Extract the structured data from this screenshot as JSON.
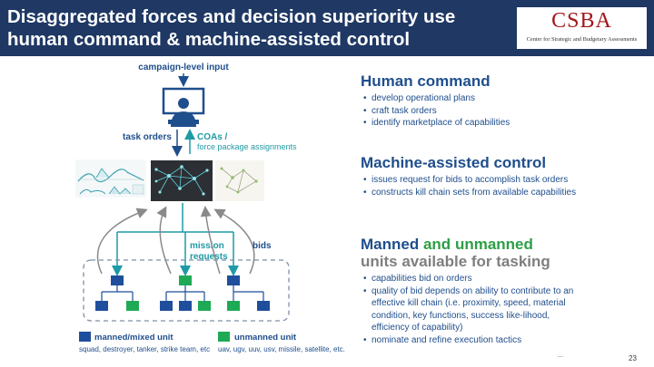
{
  "slide": {
    "title": "Disaggregated forces and decision superiority use human command & machine-assisted control",
    "page_number": "23",
    "footer_mark": "---"
  },
  "logo": {
    "name": "CSBA",
    "subtitle": "Center for Strategic and Budgetary Assessments",
    "color": "#a4161a"
  },
  "sections": {
    "human_command": {
      "title": "Human command",
      "bullets": [
        "develop operational plans",
        "craft task orders",
        "identify marketplace of capabilities"
      ]
    },
    "machine_control": {
      "title": "Machine-assisted control",
      "bullets": [
        "issues request for bids to accomplish task orders",
        "constructs kill chain sets from available capabilities"
      ]
    },
    "units": {
      "title_part1": "Manned",
      "title_part2": "and",
      "title_part3": "unmanned",
      "title_line2": "units available for tasking",
      "bullets": [
        "capabilities bid on orders",
        "quality of bid depends on ability to contribute to an effective kill chain (i.e. proximity, speed, material condition, key functions, success like-lihood, efficiency of capability)",
        "nominate and refine execution tactics"
      ]
    }
  },
  "diagram": {
    "campaign_input": "campaign-level input",
    "task_orders": "task orders",
    "coas": "COAs /",
    "force_package": "force package assignments",
    "mission": "mission",
    "requests": "requests",
    "bids": "bids",
    "legend": {
      "manned_label": "manned/mixed unit",
      "manned_examples": "squad, destroyer, tanker, strike team, etc",
      "unmanned_label": "unmanned unit",
      "unmanned_examples": "uav, ugv, uuv, usv, missile, satellite, etc."
    }
  },
  "colors": {
    "header": "#1f3864",
    "blue": "#1f4e8c",
    "green": "#2e9e45",
    "teal": "#1e9aa6",
    "manned_unit": "#1f4e9c",
    "unmanned_unit": "#1eaa55"
  }
}
